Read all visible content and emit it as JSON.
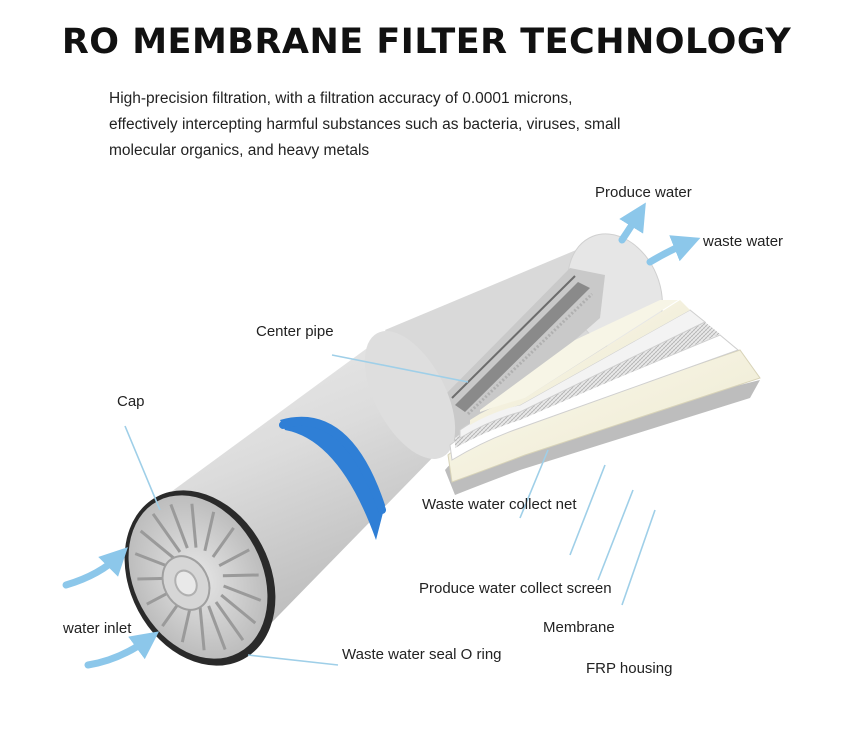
{
  "header": {
    "title": "RO MEMBRANE FILTER TECHNOLOGY",
    "description_lines": [
      "High-precision filtration, with a filtration accuracy of 0.0001 microns,",
      "effectively intercepting harmful substances such as bacteria, viruses, small",
      "molecular organics, and heavy metals"
    ]
  },
  "labels": {
    "produce_water": "Produce water",
    "waste_water": "waste water",
    "center_pipe": "Center pipe",
    "cap": "Cap",
    "waste_water_collect_net": "Waste water collect net",
    "produce_water_collect_screen": "Produce water collect screen",
    "membrane": "Membrane",
    "water_inlet": "water inlet",
    "waste_water_seal_o_ring": "Waste water seal O ring",
    "frp_housing": "FRP housing"
  },
  "colors": {
    "band": "#2f7fd6",
    "arrow": "#8cc7ea",
    "leader": "#9fcfe8"
  }
}
